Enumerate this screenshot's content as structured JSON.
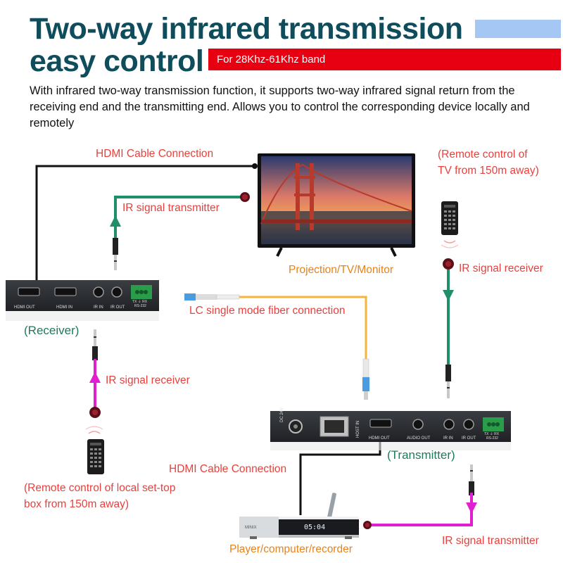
{
  "header": {
    "title_line1": "Two-way infrared transmission",
    "title_line2": "easy control",
    "band_note": "For 28Khz-61Khz band",
    "description": "With infrared two-way transmission function, it supports two-way infrared signal return from the receiving end and the transmitting end. Allows you to control the corresponding device locally and remotely"
  },
  "labels": {
    "hdmi_cable_top": "HDMI Cable Connection",
    "ir_transmitter_top": "IR signal transmitter",
    "remote_tv": "(Remote control of TV from 150m away)",
    "ir_receiver_right": "IR signal receiver",
    "tv": "Projection/TV/Monitor",
    "fiber": "LC single mode fiber connection",
    "receiver": "(Receiver)",
    "ir_receiver_left": "IR signal receiver",
    "remote_stb": "(Remote control of local set-top box from 150m away)",
    "hdmi_cable_bottom": "HDMI Cable Connection",
    "transmitter": "(Transmitter)",
    "player": "Player/computer/recorder",
    "ir_transmitter_bottom": "IR signal transmitter"
  },
  "receiver_ports": {
    "hdmi_out": "HDMI OUT",
    "hdmi_in": "HDMI IN",
    "ir_in": "IR IN",
    "ir_out": "IR OUT",
    "rs232_pins": "TX ⏚ RX",
    "rs232": "RS-232"
  },
  "transmitter_ports": {
    "dc": "DC 24V",
    "host_in": "HOST IN",
    "hdmi_out": "HDMI OUT",
    "audio_out": "AUDIO OUT",
    "ir_in": "IR IN",
    "ir_out": "IR OUT",
    "rs232_pins": "TX ⏚ RX",
    "rs232": "RS-232"
  },
  "player": {
    "brand": "MINIX",
    "clock": "05:04"
  },
  "colors": {
    "title": "#0f4c5c",
    "label_red": "#e8403c",
    "label_orange": "#e8821a",
    "label_green": "#1f7a5a",
    "ir_green_line": "#1f8f6a",
    "ir_magenta_line": "#e020d0",
    "fiber_line": "#f5b43a",
    "hdmi_line": "#111111"
  }
}
